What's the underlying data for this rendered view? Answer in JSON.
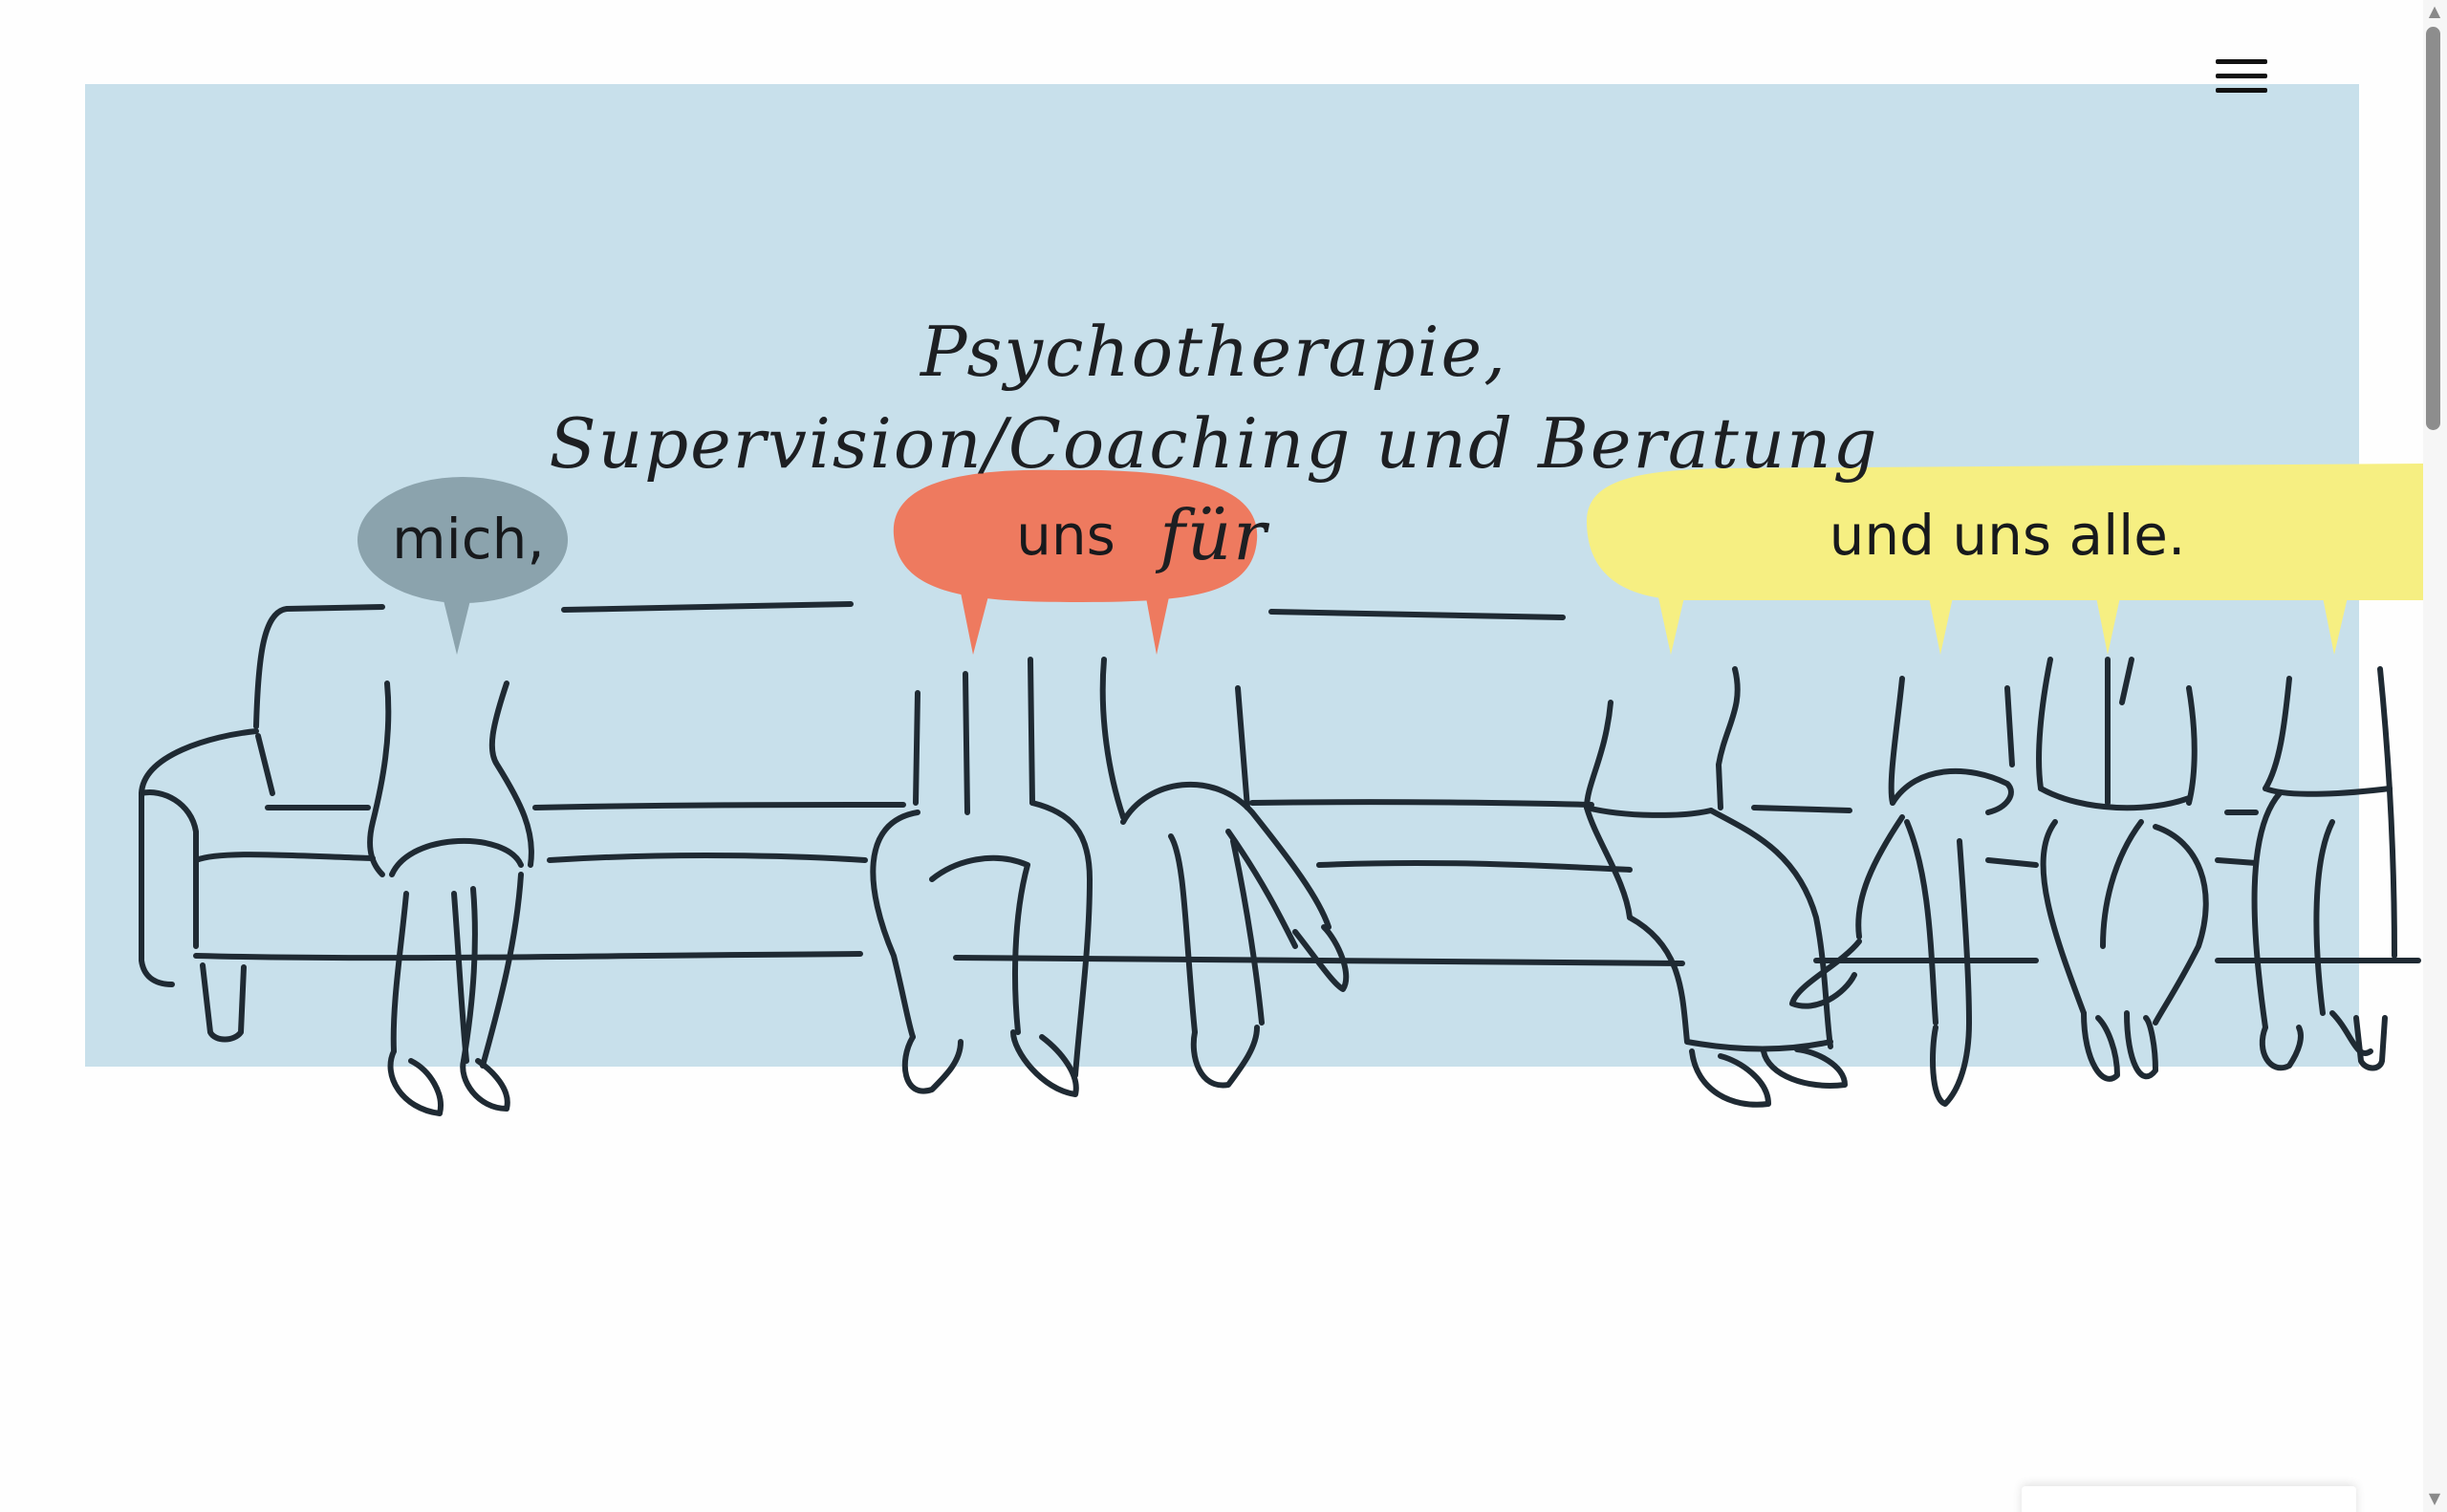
{
  "hero": {
    "headline": "Psychotherapie, Supervision/Coaching und Beratung für",
    "bubbles": {
      "mich": "mich,",
      "uns": "uns",
      "all": "und uns alle."
    }
  },
  "colors": {
    "hero_background": "#c8e0eb",
    "bubble_mich": "#8ba3ad",
    "bubble_uns": "#ee7a5f",
    "bubble_all": "#f6ef82",
    "line_art": "#1f2a33"
  },
  "icons": {
    "menu": "hamburger-menu-icon",
    "scroll_up": "triangle-up-icon",
    "scroll_down": "triangle-down-icon"
  }
}
